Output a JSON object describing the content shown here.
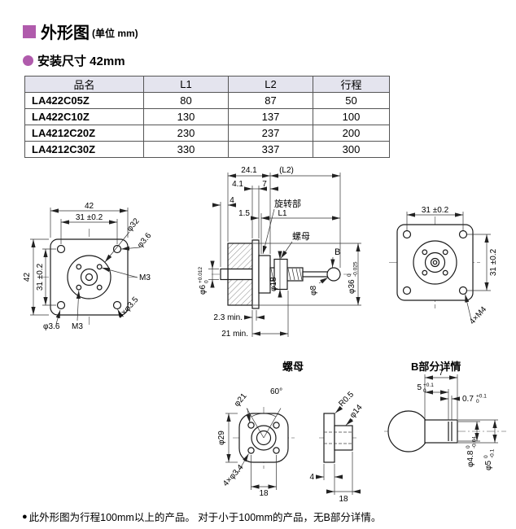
{
  "accent_color": "#b05bac",
  "header": {
    "title": "外形图",
    "unit_note": "(单位 mm)"
  },
  "subheader": {
    "label": "安装尺寸 42mm"
  },
  "table": {
    "headers": [
      "品名",
      "L1",
      "L2",
      "行程"
    ],
    "rows": [
      {
        "name": "LA422C05Z",
        "l1": "80",
        "l2": "87",
        "stroke": "50"
      },
      {
        "name": "LA422C10Z",
        "l1": "130",
        "l2": "137",
        "stroke": "100"
      },
      {
        "name": "LA4212C20Z",
        "l1": "230",
        "l2": "237",
        "stroke": "200"
      },
      {
        "name": "LA4212C30Z",
        "l1": "330",
        "l2": "337",
        "stroke": "300"
      }
    ]
  },
  "front_view": {
    "dim_width_top": "42",
    "dim_pitch_top": "31 ±0.2",
    "dim_height_left": "42",
    "dim_pitch_left": "31 ±0.2",
    "dia_pilot": "φ32",
    "dia_hole_top": "φ3.6",
    "thread_side": "M3",
    "dia_hole_bottom": "φ3.6",
    "thread_bottom": "M3",
    "holes_note": "4×φ3.5"
  },
  "side_view": {
    "dim_24_1": "24.1",
    "dim_l2": "(L2)",
    "dim_4_1": "4.1",
    "dim_7": "7",
    "dim_4": "4",
    "dim_1_5": "1.5",
    "dim_l1": "L1",
    "label_rotating": "旋转部",
    "label_nut": "螺母",
    "dia_6": {
      "main": "φ6",
      "tol_up": "+0.012",
      "tol_dn": "0"
    },
    "dia_18": "φ18",
    "dia_8": "φ8",
    "label_b": "B",
    "dia_36": {
      "main": "φ36",
      "tol_up": "0",
      "tol_dn": "-0.025"
    },
    "dim_2_3": "2.3 min.",
    "dim_21": "21 min."
  },
  "rear_view": {
    "dim_pitch_top": "31 ±0.2",
    "dim_pitch_right": "31 ±0.2",
    "holes_note": "4×M4"
  },
  "nut_detail": {
    "title": "螺母",
    "angle": "60°",
    "dia_21": "φ21",
    "dia_29": "φ29",
    "holes_note": "4×φ3.4",
    "dim_18_face": "18",
    "r_fillet": "R0.5",
    "dia_14": "φ14",
    "dim_4": "4",
    "dim_18_side": "18"
  },
  "b_detail": {
    "title": "B部分详情",
    "dim_5": {
      "main": "5",
      "tol_up": "+0.1",
      "tol_dn": "0"
    },
    "dim_7": "7",
    "dim_0_7": {
      "main": "0.7",
      "tol_up": "+0.1",
      "tol_dn": "0"
    },
    "dia_4_8": {
      "main": "φ4.8",
      "tol_up": "0",
      "tol_dn": "-0.04"
    },
    "dia_5": {
      "main": "φ5",
      "tol_up": "0",
      "tol_dn": "-0.1"
    }
  },
  "footnote": {
    "bullet": "●",
    "text": "此外形图为行程100mm以上的产品。 对于小于100mm的产品，无B部分详情。"
  }
}
